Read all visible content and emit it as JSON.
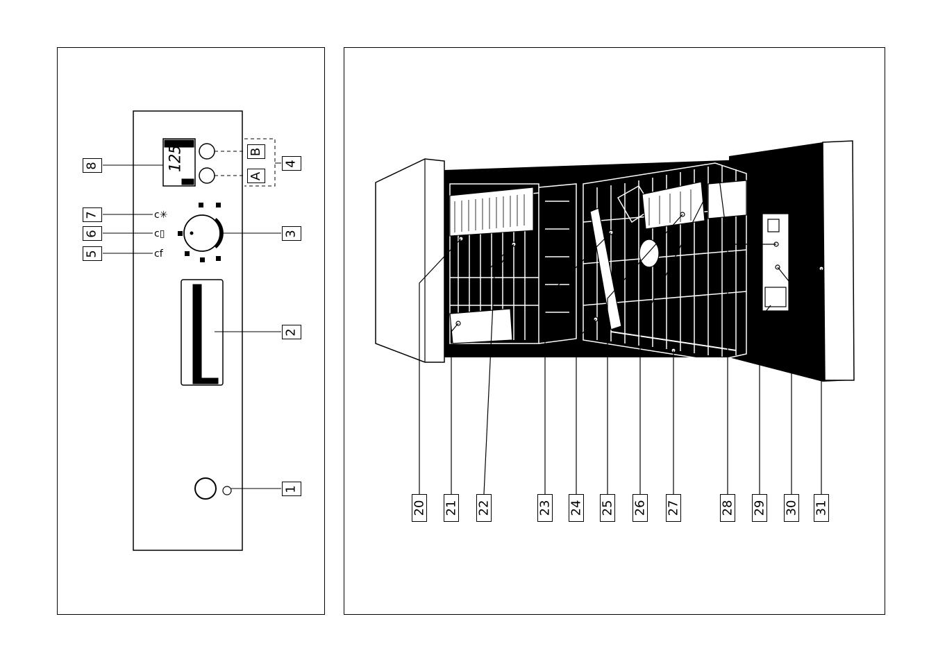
{
  "control_panel": {
    "display_value": "125",
    "callouts": {
      "c1": "1",
      "c2": "2",
      "c3": "3",
      "c4": "4",
      "c5": "5",
      "c6": "6",
      "c7": "7",
      "c8": "8",
      "cA": "A",
      "cB": "B"
    }
  },
  "dishwasher": {
    "callouts": [
      "20",
      "21",
      "22",
      "23",
      "24",
      "25",
      "26",
      "27",
      "28",
      "29",
      "30",
      "31"
    ]
  }
}
